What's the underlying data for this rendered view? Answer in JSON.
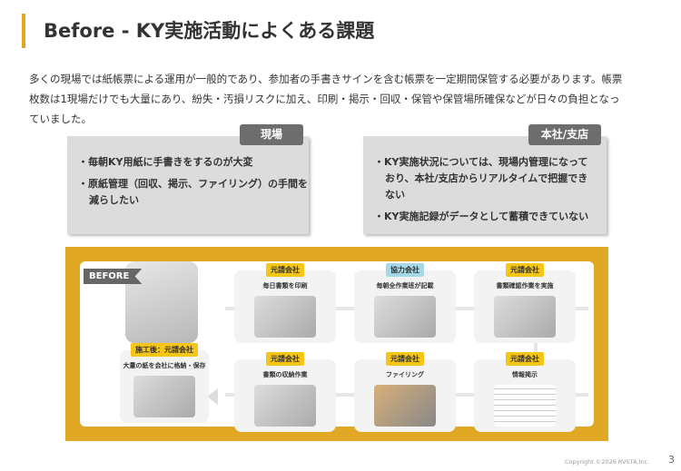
{
  "title": "Before - KY実施活動によくある課題",
  "intro": "多くの現場では紙帳票による運用が一般的であり、参加者の手書きサインを含む帳票を一定期間保管する必要があります。帳票枚数は1現場だけでも大量にあり、紛失・汚損リスクに加え、印刷・掲示・回収・保管や保管場所確保などが日々の負担となっていました。",
  "genba": {
    "tag": "現場",
    "items": [
      "・毎朝KY用紙に手書きをするのが大変",
      "・原紙管理（回収、掲示、ファイリング）の手間を減らしたい"
    ]
  },
  "honsha": {
    "tag": "本社/支店",
    "items": [
      "・KY実施状況については、現場内管理になっており、本社/支店からリアルタイムで把握できない",
      "・KY実施記録がデータとして蓄積できていない"
    ]
  },
  "diagram": {
    "badge": "BEFORE",
    "cards": [
      {
        "label": "元請会社",
        "text": "毎日書類を印刷"
      },
      {
        "label": "協力会社",
        "text": "毎朝全作業班が記載"
      },
      {
        "label": "元請会社",
        "text": "書類確認作業を実施"
      },
      {
        "label": "施工後：元請会社",
        "text": "大量の紙を会社に格納・保存"
      },
      {
        "label": "元請会社",
        "text": "書類の収納作業"
      },
      {
        "label": "元請会社",
        "text": "ファイリング"
      },
      {
        "label": "元請会社",
        "text": "情報掲示"
      }
    ]
  },
  "footer": {
    "copyright": "Copyright ©2026 RVSTA,Inc.",
    "page": "3"
  }
}
